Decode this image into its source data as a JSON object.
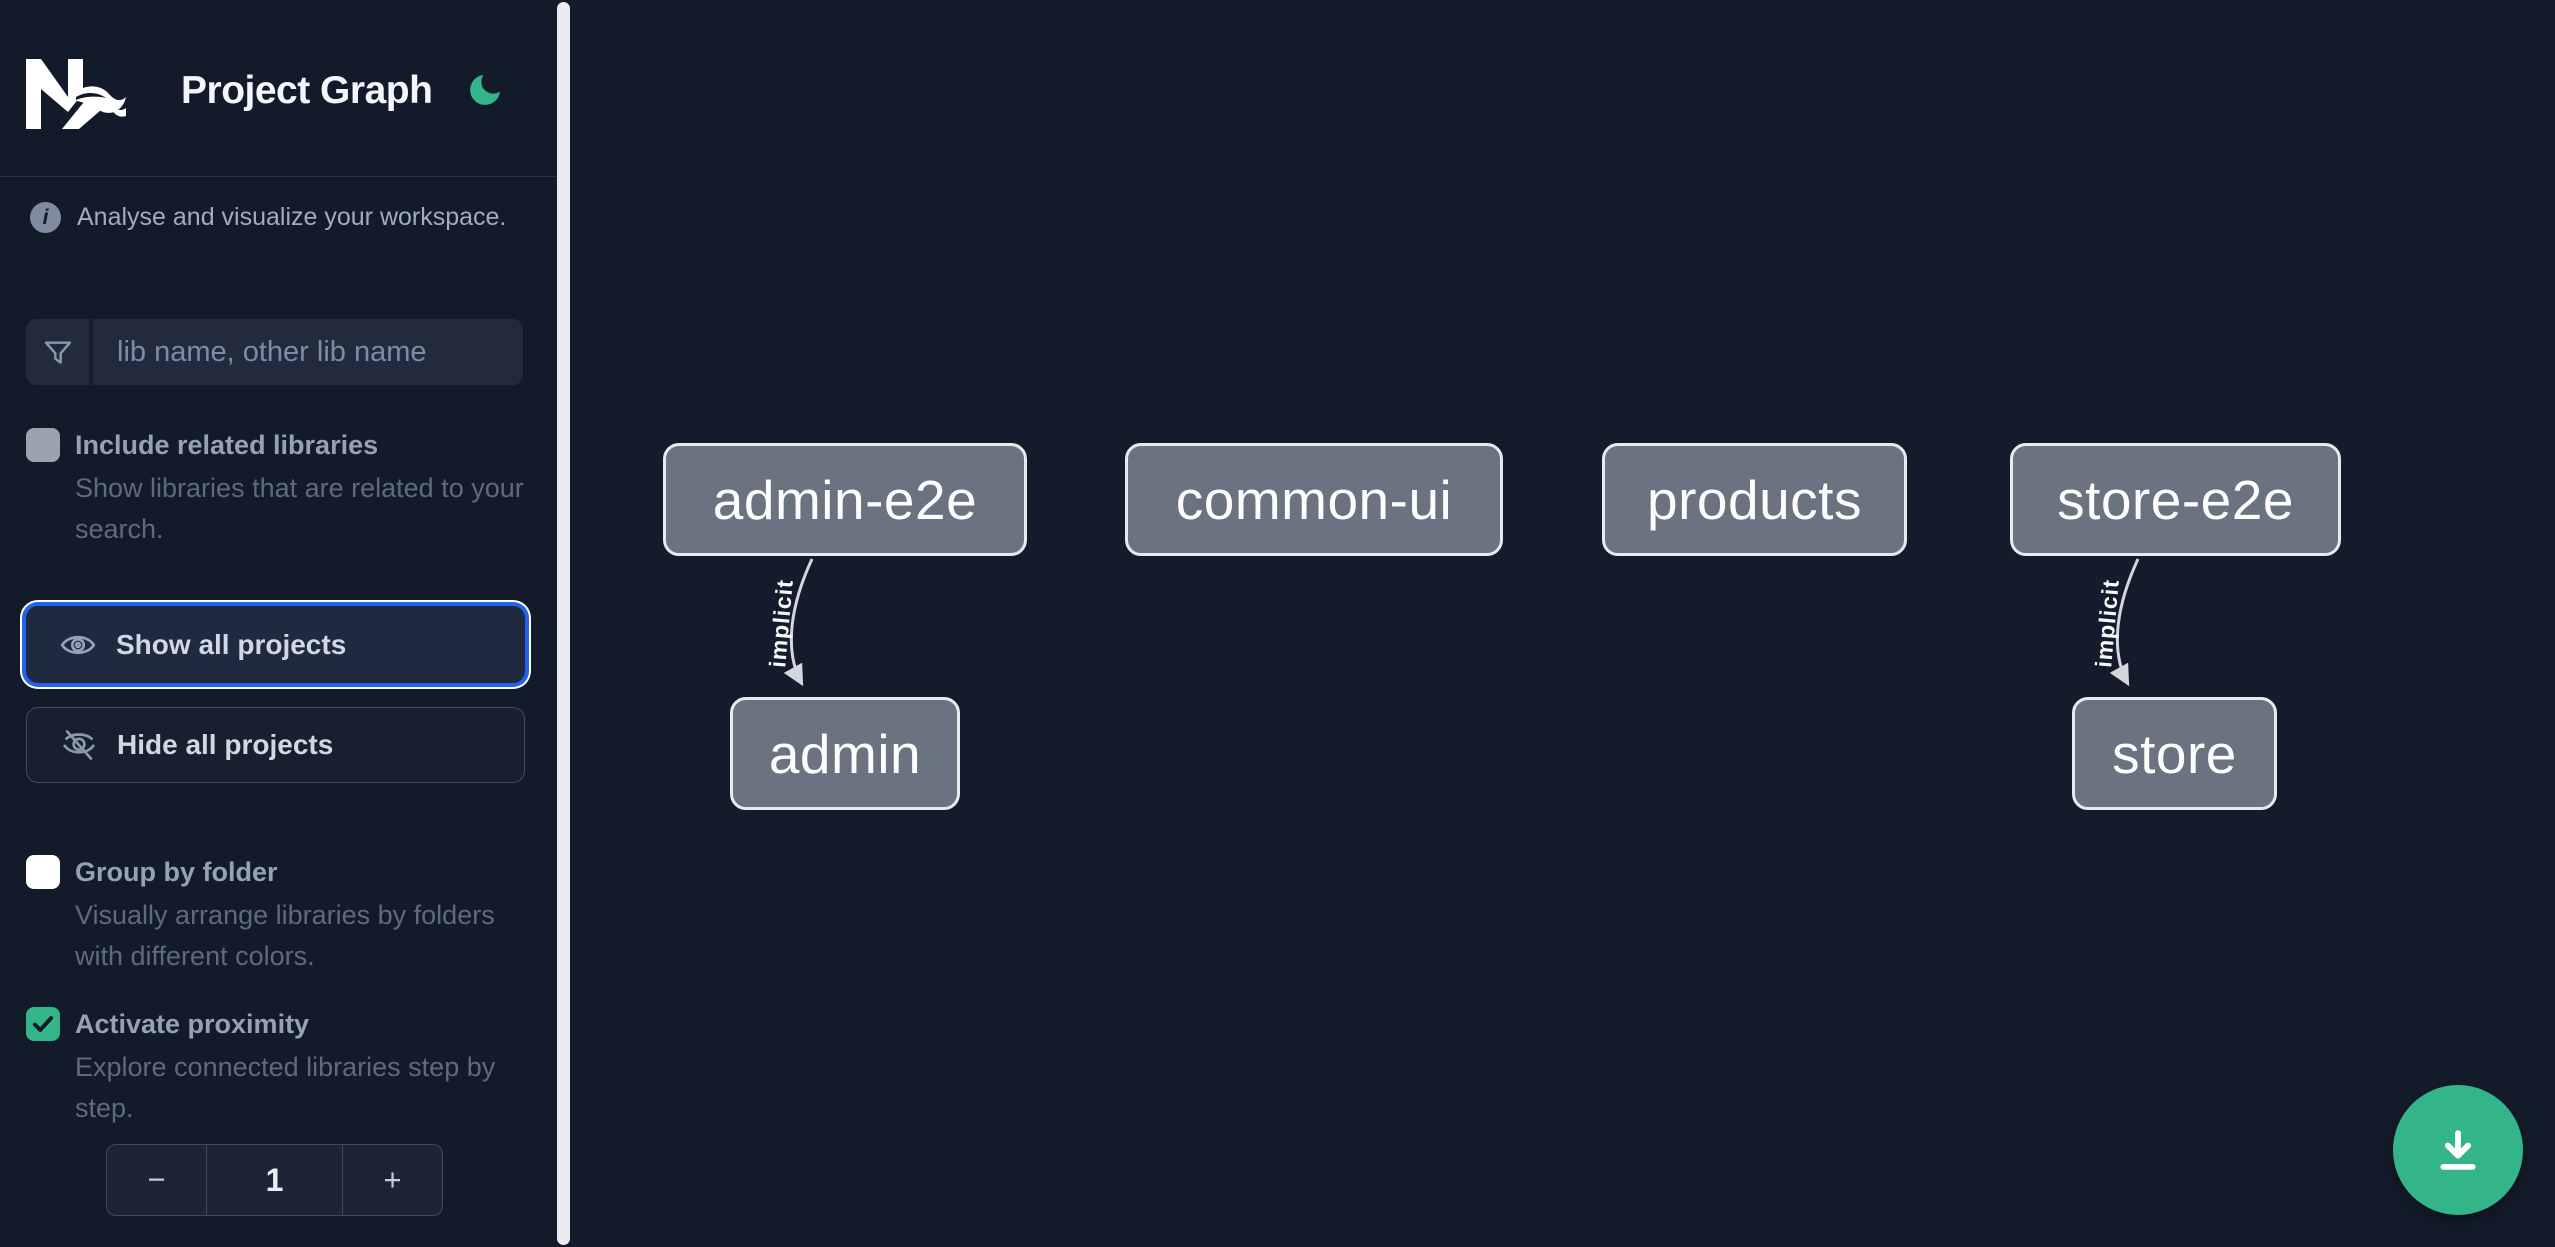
{
  "header": {
    "title": "Project Graph",
    "logo_icon": "nx-logo",
    "theme_icon": "moon-icon"
  },
  "sidebar": {
    "tagline": "Analyse and visualize your workspace.",
    "info_glyph": "i",
    "search": {
      "placeholder": "lib name, other lib name"
    },
    "options": [
      {
        "label": "Include related libraries",
        "description": "Show libraries that are related to your search.",
        "checked": false
      },
      {
        "label": "Group by folder",
        "description": "Visually arrange libraries by folders with different colors.",
        "checked": false
      },
      {
        "label": "Activate proximity",
        "description": "Explore connected libraries step by step.",
        "checked": true
      }
    ],
    "actions": {
      "show_all": "Show all projects",
      "hide_all": "Hide all projects"
    },
    "stepper": {
      "decrement": "−",
      "value": "1",
      "increment": "+"
    }
  },
  "graph": {
    "nodes": [
      {
        "label": "admin-e2e"
      },
      {
        "label": "common-ui"
      },
      {
        "label": "products"
      },
      {
        "label": "store-e2e"
      },
      {
        "label": "admin"
      },
      {
        "label": "store"
      }
    ],
    "edges": [
      {
        "source": "admin-e2e",
        "target": "admin",
        "label": "implicit"
      },
      {
        "source": "store-e2e",
        "target": "store",
        "label": "implicit"
      }
    ]
  },
  "colors": {
    "accent_green": "#34b489",
    "focus_ring_blue": "#2563eb",
    "node_fill": "#6b7280",
    "node_border": "#e8eaee",
    "edge_gray": "#d3d6db",
    "background": "#141b2b",
    "unchecked_gray": "#9ca3af"
  }
}
